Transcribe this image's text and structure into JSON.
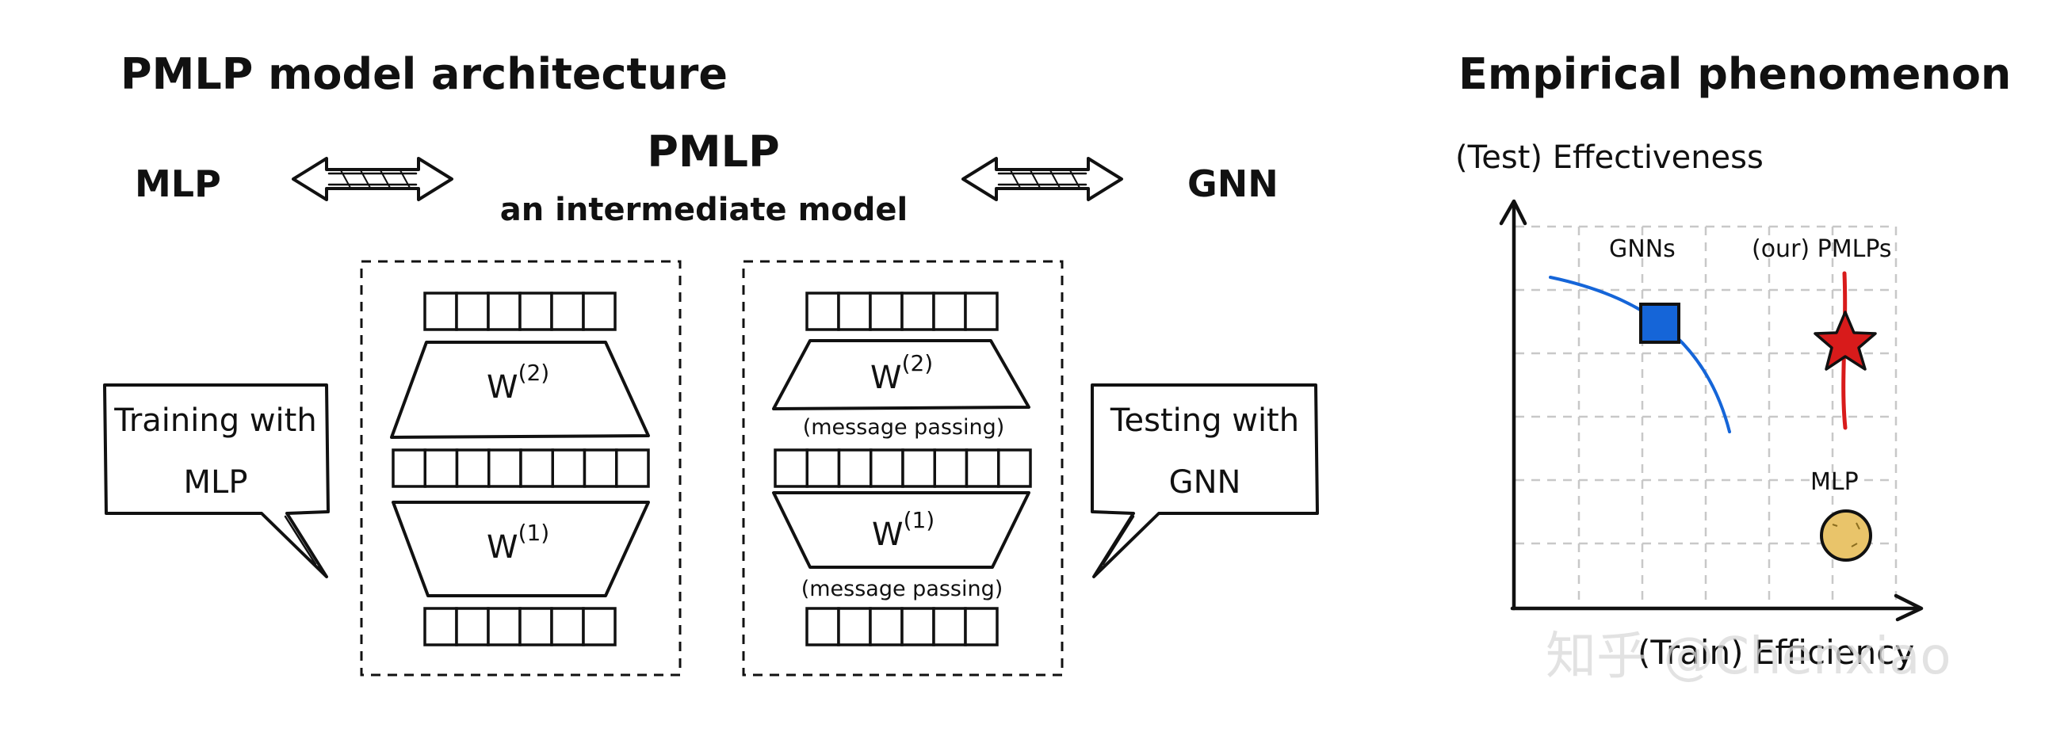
{
  "left_panel": {
    "title": "PMLP model architecture",
    "mlp_label": "MLP",
    "pmlp_label": "PMLP",
    "pmlp_subtitle": "an intermediate model",
    "gnn_label": "GNN",
    "train_bubble": {
      "line1": "Training with",
      "line2": "MLP"
    },
    "test_bubble": {
      "line1": "Testing with",
      "line2": "GNN"
    },
    "left_model": {
      "top_weight_base": "W",
      "top_weight_sup": "(2)",
      "bottom_weight_base": "W",
      "bottom_weight_sup": "(1)"
    },
    "right_model": {
      "top_weight_base": "W",
      "top_weight_sup": "(2)",
      "bottom_weight_base": "W",
      "bottom_weight_sup": "(1)",
      "top_note": "(message passing)",
      "bottom_note": "(message passing)"
    }
  },
  "right_panel": {
    "title": "Empirical phenomenon",
    "ylabel": "(Test) Effectiveness",
    "xlabel": "(Train) Efficiency",
    "gnn_label": "GNNs",
    "pmlp_label": "(our) PMLPs",
    "mlp_label": "MLP",
    "colors": {
      "gnn_marker": "#1565d8",
      "curve": "#1565d8",
      "pmlp_marker": "#d81b1b",
      "mlp_marker": "#e9c46a"
    }
  },
  "watermark": "知乎 @Chenxiao",
  "icons": {
    "arrow_left": "double-arrow-icon",
    "arrow_right": "double-arrow-icon",
    "gnn_marker": "square-marker-icon",
    "pmlp_marker": "star-marker-icon",
    "mlp_marker": "circle-marker-icon"
  }
}
